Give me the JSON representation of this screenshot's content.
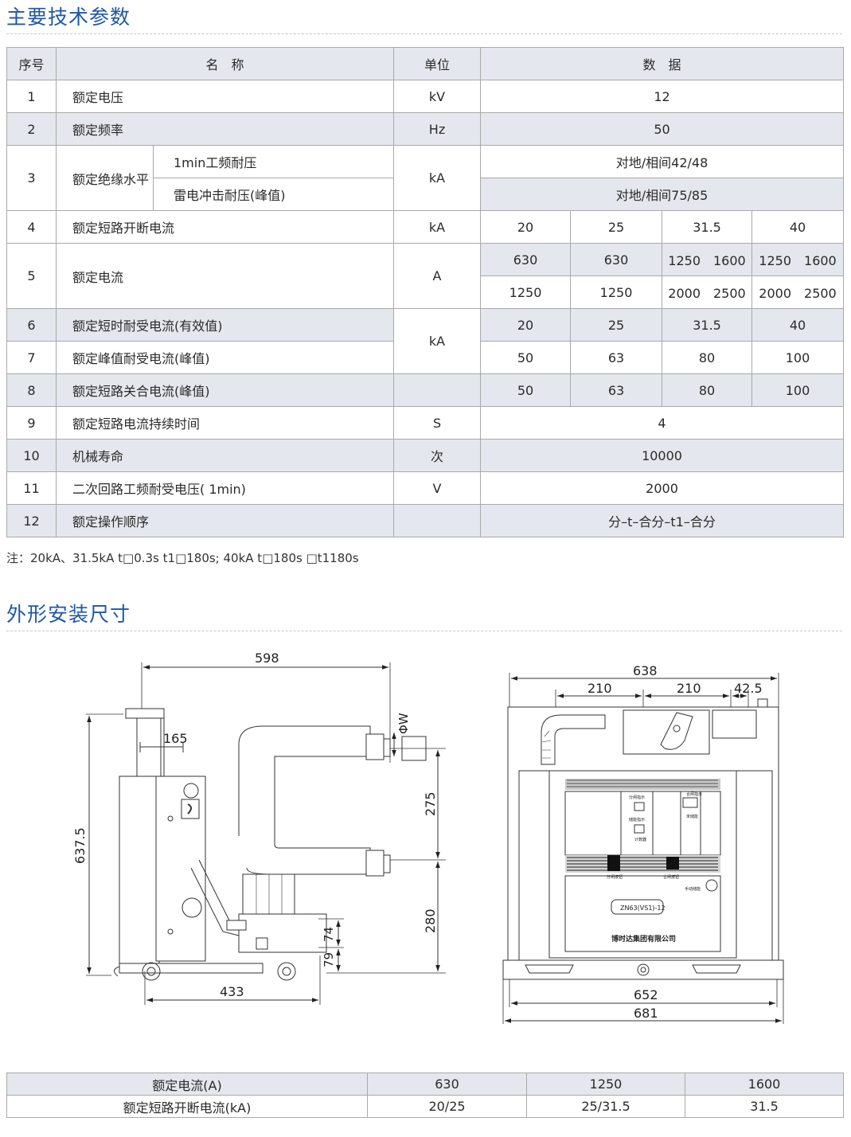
{
  "section1_title": "主要技术参数",
  "section2_title": "外形安装尺寸",
  "table": {
    "headers": [
      "序号",
      "名　称",
      "单位",
      "数　据"
    ],
    "r1": {
      "no": "1",
      "name": "额定电压",
      "unit": "kV",
      "v": "12"
    },
    "r2": {
      "no": "2",
      "name": "额定频率",
      "unit": "Hz",
      "v": "50"
    },
    "r3": {
      "no": "3",
      "name": "额定绝缘水平",
      "sub1": "1min工频耐压",
      "sub2": "雷电冲击耐压(峰值)",
      "unit": "kA",
      "v1": "对地/相间42/48",
      "v2": "对地/相间75/85"
    },
    "r4": {
      "no": "4",
      "name": "额定短路开断电流",
      "unit": "kA",
      "v": [
        "20",
        "25",
        "31.5",
        "40"
      ]
    },
    "r5": {
      "no": "5",
      "name": "额定电流",
      "unit": "A",
      "row1": [
        "630",
        "630",
        "1250　1600",
        "1250　1600"
      ],
      "row2": [
        "1250",
        "1250",
        "2000　2500",
        "2000　2500"
      ]
    },
    "r6": {
      "no": "6",
      "name": "额定短时耐受电流(有效值)",
      "unit": "kA",
      "v": [
        "20",
        "25",
        "31.5",
        "40"
      ]
    },
    "r7": {
      "no": "7",
      "name": "额定峰值耐受电流(峰值)",
      "v": [
        "50",
        "63",
        "80",
        "100"
      ]
    },
    "r8": {
      "no": "8",
      "name": "额定短路关合电流(峰值)",
      "unit": "",
      "v": [
        "50",
        "63",
        "80",
        "100"
      ]
    },
    "r9": {
      "no": "9",
      "name": "额定短路电流持续时间",
      "unit": "S",
      "v": "4"
    },
    "r10": {
      "no": "10",
      "name": "机械寿命",
      "unit": "次",
      "v": "10000"
    },
    "r11": {
      "no": "11",
      "name": "二次回路工频耐受电压( 1min)",
      "unit": "V",
      "v": "2000"
    },
    "r12": {
      "no": "12",
      "name": "额定操作顺序",
      "unit": "",
      "v": "分–t–合分–t1–合分"
    }
  },
  "note": "注：20kA、31.5kA  t□0.3s t1□180s; 40kA t□180s □t1180s",
  "drawing": {
    "side": {
      "d598": "598",
      "d165": "165",
      "d637": "637.5",
      "dW": "ΦW",
      "d275": "275",
      "d280": "280",
      "d74": "74",
      "d79": "79",
      "d433": "433"
    },
    "front": {
      "d638": "638",
      "d210a": "210",
      "d210b": "210",
      "d42": "42.5",
      "d652": "652",
      "d681": "681",
      "panel_l1": "分闸指示",
      "panel_l2": "储能指示",
      "panel_l3": "合闸指示",
      "panel_l4": "未储能",
      "panel_l5": "计数器",
      "btn_open": "分闸按钮",
      "btn_close": "合闸按钮",
      "manual": "手动储能",
      "model": "ZN63(VS1)-12",
      "company": "博时达集团有限公司"
    }
  },
  "current_table": {
    "row1": [
      "额定电流(A)",
      "630",
      "1250",
      "1600"
    ],
    "row2": [
      "额定短路开断电流(kA)",
      "20/25",
      "25/31.5",
      "31.5"
    ]
  }
}
